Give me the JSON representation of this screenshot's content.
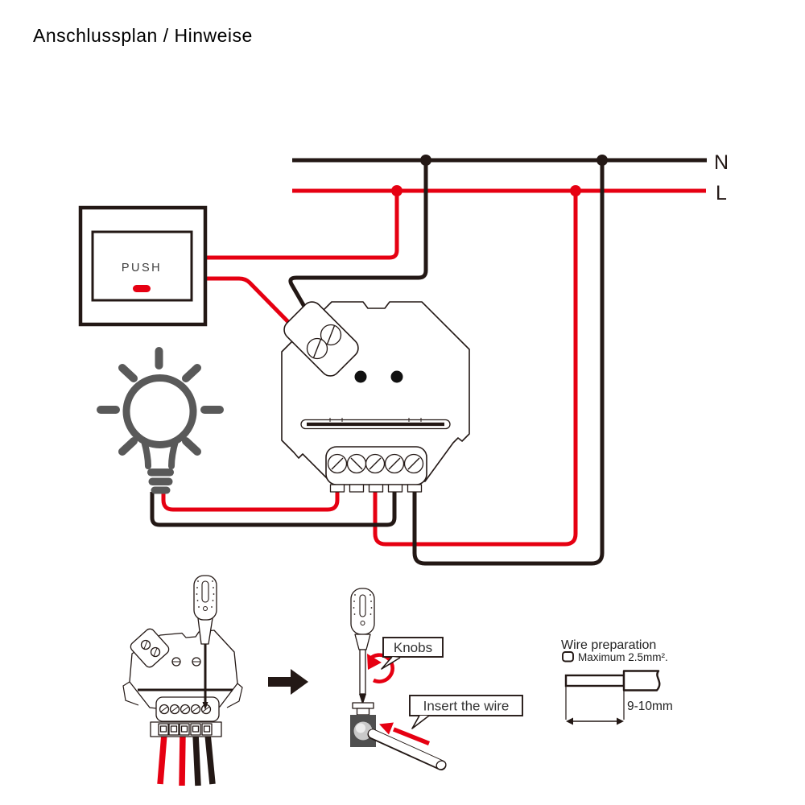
{
  "page": {
    "title": "Anschlussplan / Hinweise"
  },
  "colors": {
    "red": "#e60012",
    "black": "#231815",
    "gray": "#595959",
    "cube": "#4f4f4f",
    "light": "#c9c9c9",
    "text": "#3a3a3a"
  },
  "diagram": {
    "labels": {
      "neutral": "N",
      "line": "L",
      "push_button": "PUSH"
    }
  },
  "install": {
    "knobs_label": "Knobs",
    "insert_wire_label": "Insert the wire",
    "wire_preparation": {
      "heading": "Wire preparation",
      "max_cross_section": "Maximum 2.5mm².",
      "strip_length": "9-10mm"
    }
  }
}
